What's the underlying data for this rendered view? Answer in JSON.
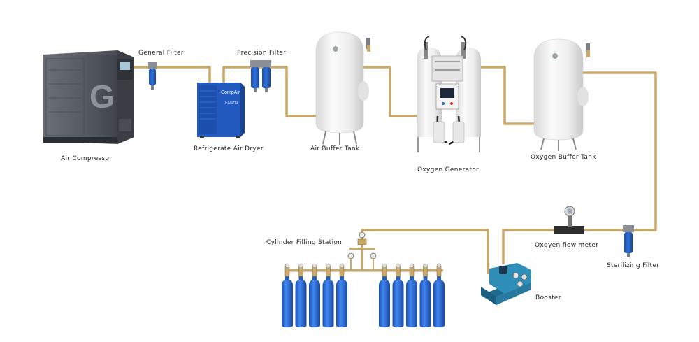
{
  "labels": {
    "air_compressor": "Air Compressor",
    "general_filter": "General Filter",
    "refrigerate_dryer": "Refrigerate Air Dryer",
    "precision_filter": "Precision Filter",
    "air_buffer_tank": "Air Buffer Tank",
    "oxygen_generator": "Oxygen Generator",
    "oxygen_buffer_tank": "Oxygen Buffer Tank",
    "sterilizing_filter": "Sterilizing Filter",
    "oxygen_flow_meter": "Oxgyen flow meter",
    "booster": "Booster",
    "cylinder_filling_station": "Cylinder Filling Station"
  },
  "device_text": {
    "compressor_logo": "G",
    "dryer_brand": "CompAir",
    "dryer_model": "F120HS"
  },
  "colors": {
    "pipe": "#c9a96a",
    "compressor_body": "#5b6068",
    "filter_blue": "#2d6fd0",
    "dryer_blue": "#1f5fc9",
    "tank_white": "#efefef",
    "cylinder_blue": "#2a6fe0",
    "booster_teal": "#2f8fb8"
  },
  "cylinders": {
    "left_count": 5,
    "right_count": 5
  }
}
